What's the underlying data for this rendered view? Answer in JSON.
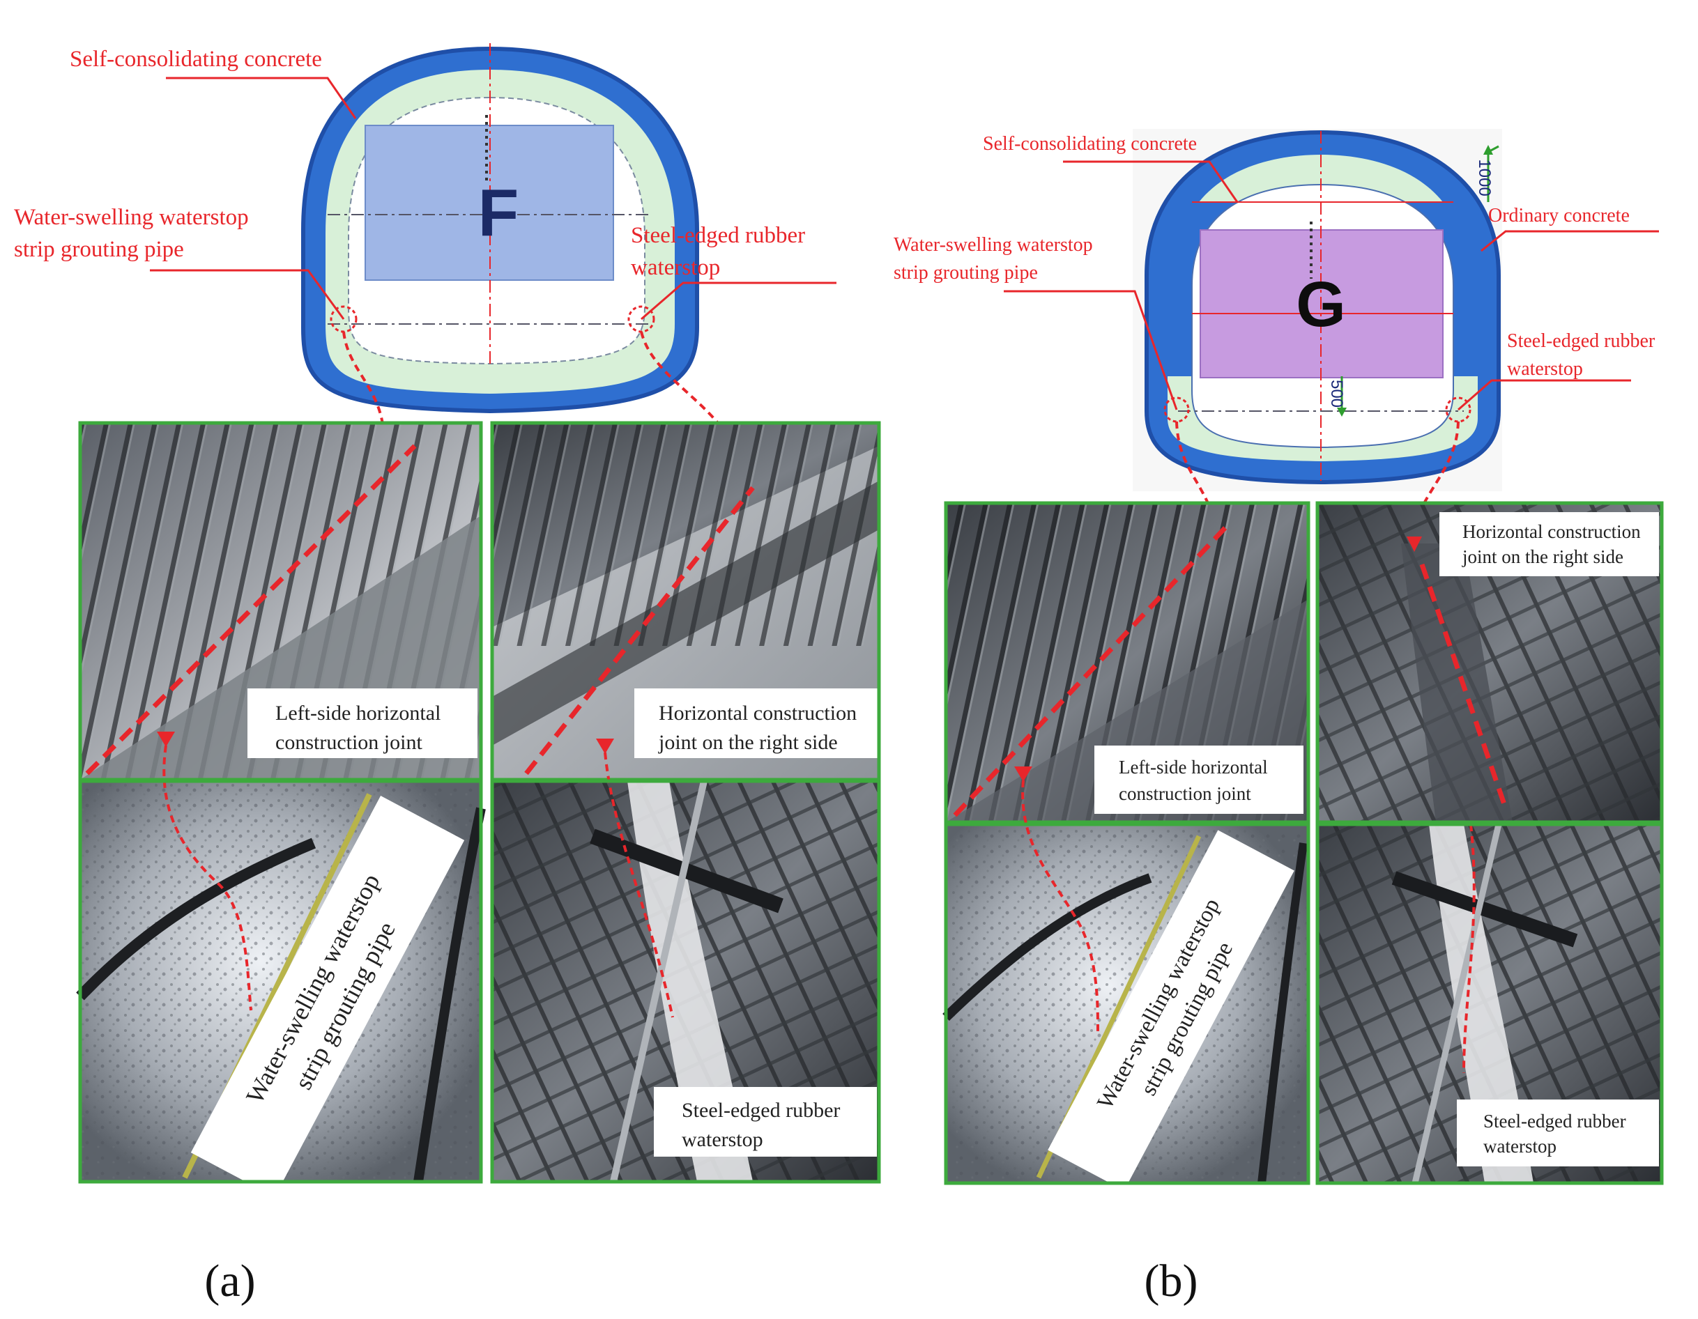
{
  "colors": {
    "outer_lining": "#2f6fd0",
    "outer_lining_dark": "#1f4fa8",
    "inner_lining": "#d8f0d8",
    "annotation": "#e8262b",
    "box_f": "#9fb6e6",
    "box_g": "#c79be0",
    "photo_border": "#3daa3d",
    "dim_arrow": "#2e9e2e"
  },
  "panel_a": {
    "caption": "(a)",
    "section_letter": "F",
    "labels": {
      "scc": "Self-consolidating concrete",
      "water_swelling_1": "Water-swelling waterstop",
      "water_swelling_2": "strip grouting pipe",
      "steel_edged_1": "Steel-edged rubber",
      "steel_edged_2": "waterstop"
    },
    "photos": {
      "top_left_1": "Left-side horizontal",
      "top_left_2": "construction joint",
      "top_right_1": "Horizontal construction",
      "top_right_2": "joint on the right side",
      "bottom_left_1": "Water-swelling waterstop",
      "bottom_left_2": "strip grouting pipe",
      "bottom_right_1": "Steel-edged rubber",
      "bottom_right_2": "waterstop"
    }
  },
  "panel_b": {
    "caption": "(b)",
    "section_letter": "G",
    "labels": {
      "scc": "Self-consolidating concrete",
      "ordinary": "Ordinary concrete",
      "water_swelling_1": "Water-swelling waterstop",
      "water_swelling_2": "strip grouting pipe",
      "steel_edged_1": "Steel-edged rubber",
      "steel_edged_2": "waterstop",
      "dim_top": "1000",
      "dim_bottom": "500"
    },
    "photos": {
      "top_left_1": "Left-side horizontal",
      "top_left_2": "construction joint",
      "top_right_1": "Horizontal construction",
      "top_right_2": "joint on the right side",
      "bottom_left_1": "Water-swelling waterstop",
      "bottom_left_2": "strip grouting pipe",
      "bottom_right_1": "Steel-edged rubber",
      "bottom_right_2": "waterstop"
    }
  }
}
